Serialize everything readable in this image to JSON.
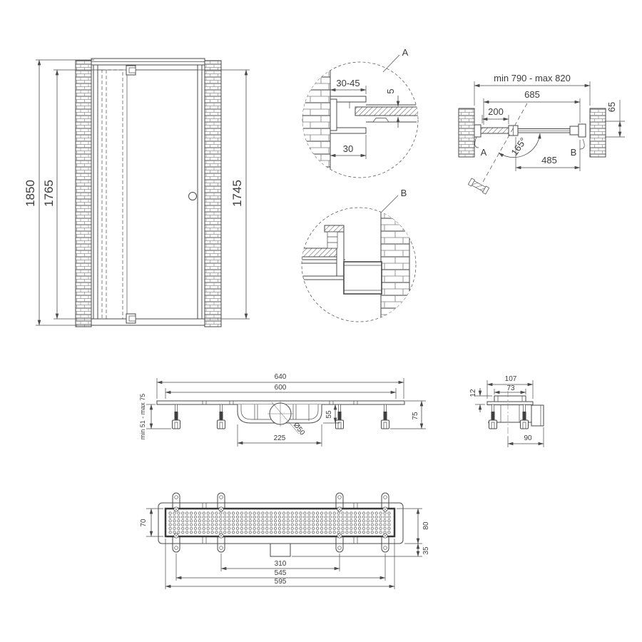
{
  "front_view": {
    "dim_total_height": "1850",
    "dim_inner_height": "1765",
    "dim_door_height": "1745"
  },
  "detail_a": {
    "label": "A",
    "dim_adjust_range": "30-45",
    "dim_gap": "5",
    "dim_profile_depth": "30"
  },
  "detail_b": {
    "label": "B"
  },
  "plan_view": {
    "dim_niche_range": "min 790 - max 820",
    "dim_glass_width": "685",
    "dim_fixed_panel": "200",
    "dim_profile": "65",
    "angle_opening": "165°",
    "dim_door_width": "485",
    "label_a": "A",
    "label_b": "B"
  },
  "drain_side_view": {
    "dim_total_length": "640",
    "dim_top_length": "600",
    "dim_install_height_range": "min 51 - max 75",
    "dim_trap_depth": "55",
    "dim_total_height": "75",
    "dim_trap_length": "225",
    "dim_outlet_diameter": "Ø50"
  },
  "drain_end_view": {
    "dim_total_width": "107",
    "dim_grate_width": "73",
    "dim_flange_height": "12",
    "dim_outlet_length": "90"
  },
  "drain_top_view": {
    "dim_grate_width": "70",
    "dim_body_width": "80",
    "dim_outlet_width": "35",
    "dim_inner_tabs": "310",
    "dim_outer_tabs": "545",
    "dim_grate_length": "595"
  },
  "colors": {
    "line": "#4a4a4a",
    "text": "#3c3c3c",
    "grate_border": "#3a3a3a"
  }
}
